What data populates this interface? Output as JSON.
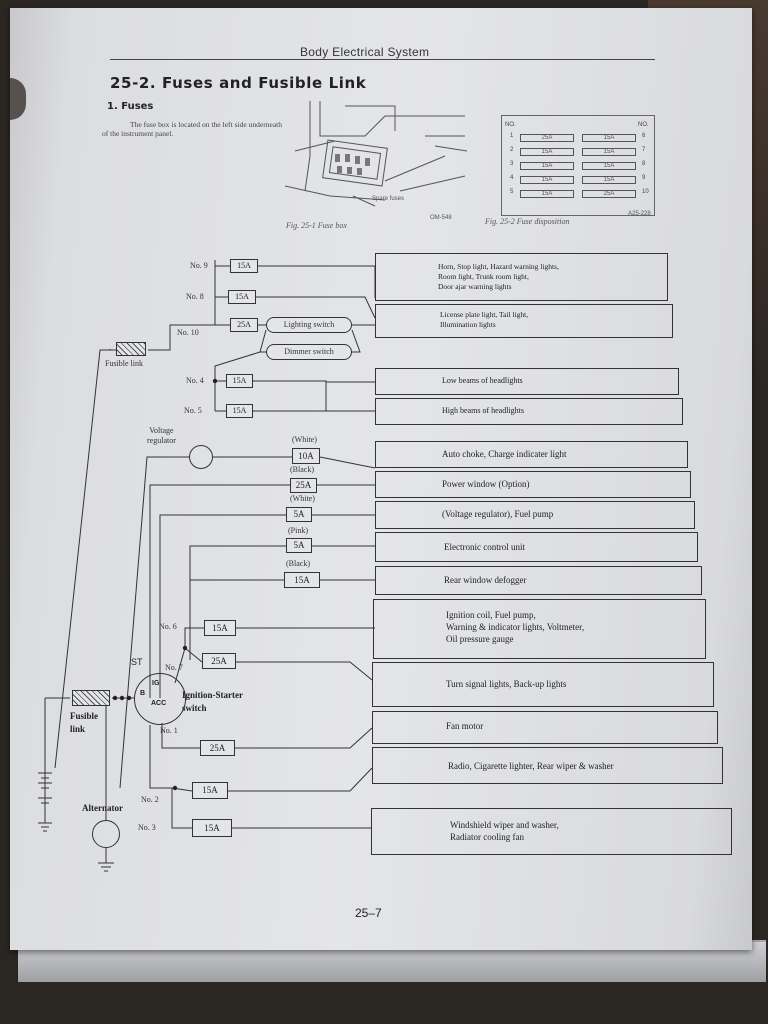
{
  "page": {
    "header": "Body Electrical System",
    "section_title": "25-2.  Fuses and Fusible Link",
    "subsection_title": "1.  Fuses",
    "intro_text": "The fuse box is located on the left side underneath of the instrument panel.",
    "page_number": "25–7"
  },
  "figures": {
    "fig1_caption": "Fig. 25-1  Fuse box",
    "fig1_code": "OM-548",
    "fig1_label": "Spare fuses",
    "fig2_caption": "Fig. 25-2  Fuse disposition",
    "fig2_code": "A25-228",
    "fuse_table": {
      "no_left": "NO.",
      "no_right": "NO.",
      "rows": [
        {
          "left_no": "1",
          "left_val": "25A",
          "right_val": "15A",
          "right_no": "6"
        },
        {
          "left_no": "2",
          "left_val": "15A",
          "right_val": "15A",
          "right_no": "7"
        },
        {
          "left_no": "3",
          "left_val": "15A",
          "right_val": "15A",
          "right_no": "8"
        },
        {
          "left_no": "4",
          "left_val": "15A",
          "right_val": "15A",
          "right_no": "9"
        },
        {
          "left_no": "5",
          "left_val": "15A",
          "right_val": "25A",
          "right_no": "10"
        }
      ]
    }
  },
  "diagram": {
    "fusible_link_top": "Fusible link",
    "fusible_link_bottom": "Fusible\nlink",
    "voltage_regulator": "Voltage\nregulator",
    "alternator": "Alternator",
    "ignition_switch": "Ignition-Starter\nswitch",
    "ign_st": "ST",
    "ign_ig": "IG",
    "ign_b": "B",
    "ign_acc": "ACC",
    "lighting_switch": "Lighting switch",
    "dimmer_switch": "Dimmer switch",
    "fuses": [
      {
        "no": "No. 9",
        "rating": "15A",
        "color": ""
      },
      {
        "no": "No. 8",
        "rating": "15A",
        "color": ""
      },
      {
        "no": "No. 10",
        "rating": "25A",
        "color": ""
      },
      {
        "no": "No. 4",
        "rating": "15A",
        "color": ""
      },
      {
        "no": "No. 5",
        "rating": "15A",
        "color": ""
      },
      {
        "no": "",
        "rating": "10A",
        "color": "(White)"
      },
      {
        "no": "",
        "rating": "25A",
        "color": "(Black)"
      },
      {
        "no": "",
        "rating": "5A",
        "color": "(White)"
      },
      {
        "no": "",
        "rating": "5A",
        "color": "(Pink)"
      },
      {
        "no": "",
        "rating": "15A",
        "color": "(Black)"
      },
      {
        "no": "No. 6",
        "rating": "15A",
        "color": ""
      },
      {
        "no": "No. 7",
        "rating": "25A",
        "color": ""
      },
      {
        "no": "No. 1",
        "rating": "25A",
        "color": ""
      },
      {
        "no": "No. 2",
        "rating": "15A",
        "color": ""
      },
      {
        "no": "No. 3",
        "rating": "15A",
        "color": ""
      }
    ],
    "loads": [
      "Horn, Stop light, Hazard warning lights,\nRoom light, Trunk room light,\nDoor ajar warning lights",
      "License plate light, Tail light,\nIllumination lights",
      "Low beams of headlights",
      "High beams of headlights",
      "Auto choke, Charge indicater light",
      "Power window (Option)",
      "(Voltage regulator), Fuel pump",
      "Electronic control unit",
      "Rear window defogger",
      "Ignition coil, Fuel pump,\nWarning & indicator lights, Voltmeter,\nOil pressure gauge",
      "Turn signal lights, Back-up lights",
      "Fan motor",
      "Radio, Cigarette lighter, Rear wiper & washer",
      "Windshield wiper and washer,\nRadiator cooling fan"
    ]
  }
}
